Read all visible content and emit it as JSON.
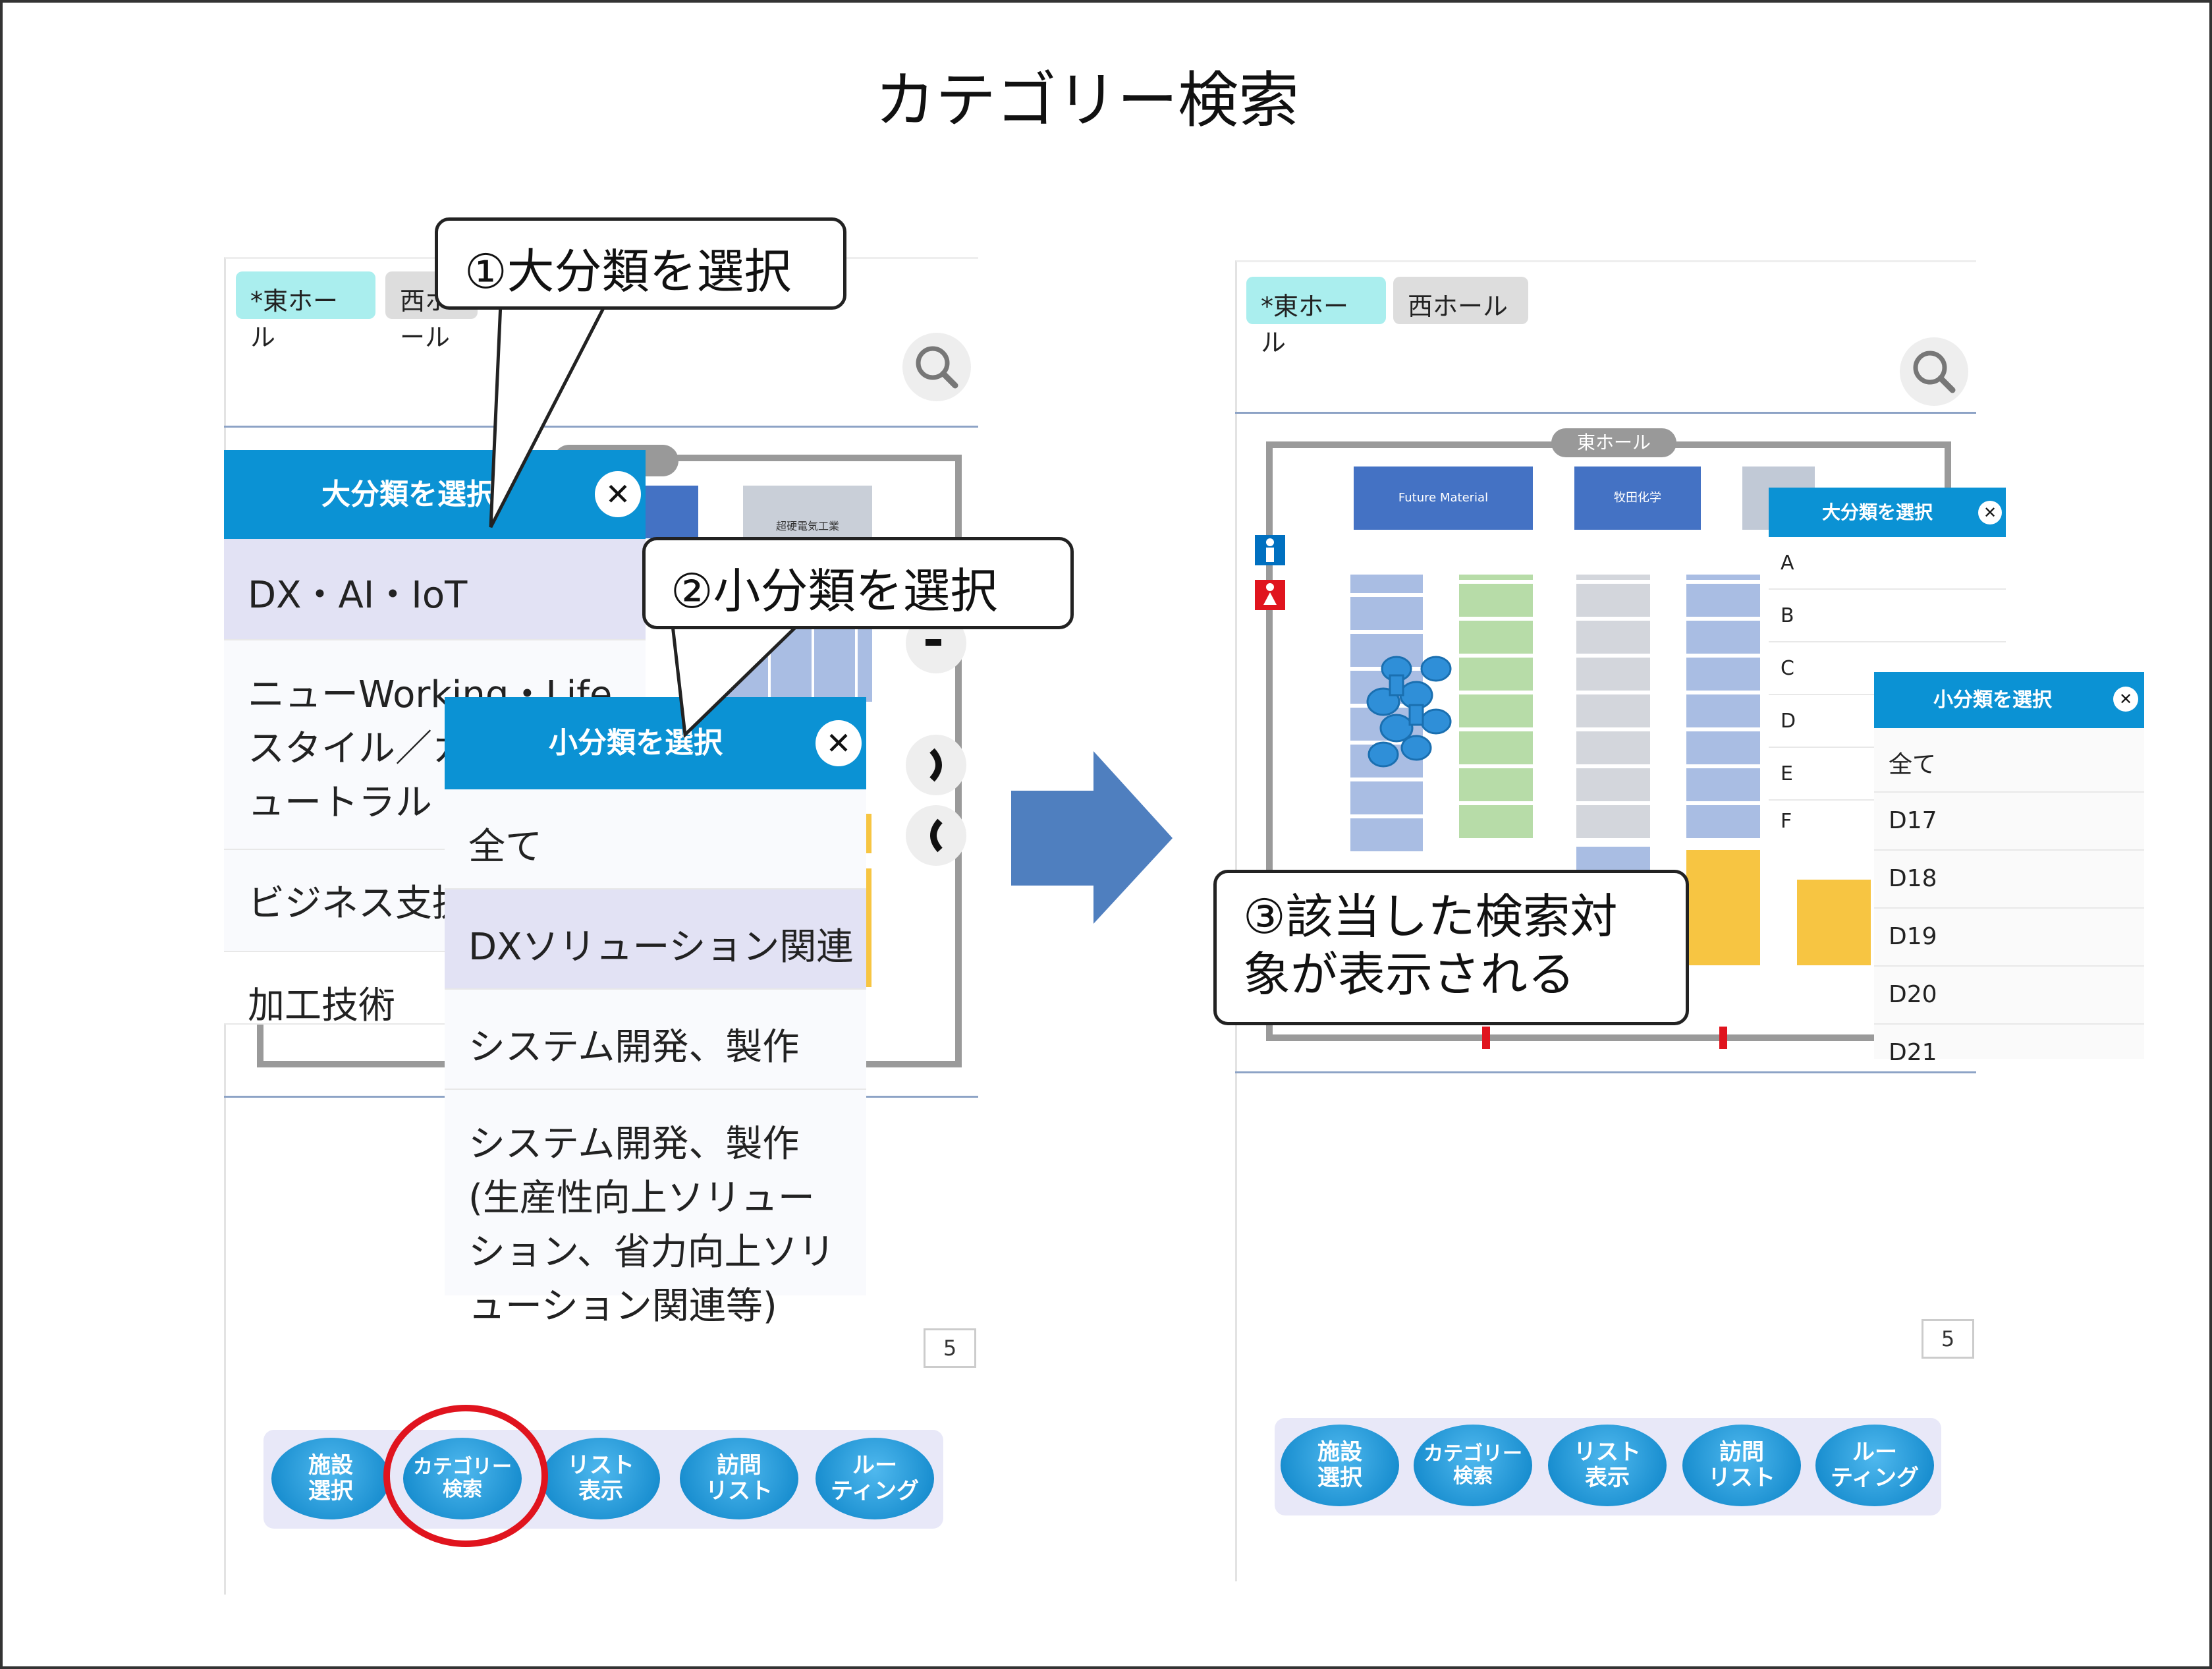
{
  "title": "カテゴリー検索",
  "left": {
    "tabs": [
      {
        "label": "*東ホール",
        "active": true
      },
      {
        "label": "西ホール",
        "active": false
      }
    ],
    "major_dialog": {
      "title": "大分類を選択",
      "items": [
        "DX・AI・IoT",
        "ニューWorking・Life スタイル／カーボンニュートラル",
        "ビジネス支援",
        "加工技術"
      ]
    },
    "minor_dialog": {
      "title": "小分類を選択",
      "items": [
        "全て",
        "DXソリューション関連",
        "システム開発、製作",
        "システム開発、製作(生産性向上ソリューション、省力向上ソリューション関連等)"
      ]
    },
    "map_label": "超硬電気工業",
    "page_number": "5"
  },
  "right": {
    "tabs": [
      {
        "label": "*東ホール",
        "active": true
      },
      {
        "label": "西ホール",
        "active": false
      }
    ],
    "hall_label": "東ホール",
    "booths": {
      "future": "Future Material",
      "other": "牧田化学"
    },
    "major_dialog": {
      "title": "大分類を選択",
      "items": [
        "A",
        "B",
        "C",
        "D",
        "E",
        "F"
      ]
    },
    "minor_dialog": {
      "title": "小分類を選択",
      "items": [
        "全て",
        "D17",
        "D18",
        "D19",
        "D20",
        "D21"
      ]
    },
    "page_number": "5"
  },
  "nav_buttons": [
    {
      "label": "施設\n選択"
    },
    {
      "label": "カテゴリー\n検索"
    },
    {
      "label": "リスト\n表示"
    },
    {
      "label": "訪問\nリスト"
    },
    {
      "label": "ルー\nティング"
    }
  ],
  "callouts": {
    "step1": "①大分類を選択",
    "step2": "②小分類を選択",
    "step3": "③該当した検索対象が表示される"
  },
  "colors": {
    "header_blue": "#0b92d4",
    "highlight_red": "#e0141e",
    "arrow_blue": "#4f7fbf",
    "tab_active": "#aaeeee"
  },
  "icons": [
    "search-icon",
    "close-icon",
    "male-restroom-icon",
    "female-restroom-icon",
    "map-pin-icon",
    "rotate-icon"
  ]
}
